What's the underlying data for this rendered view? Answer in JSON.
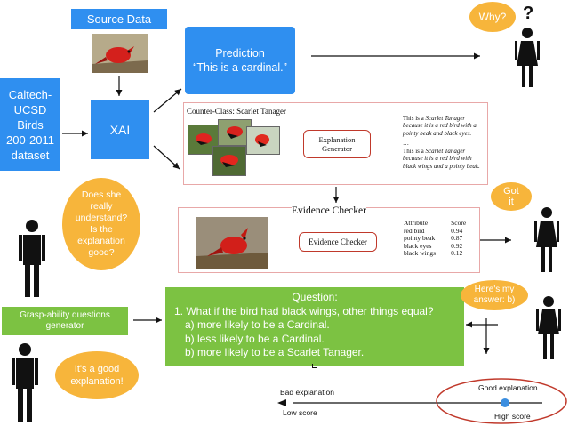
{
  "source_data": {
    "label": "Source Data"
  },
  "dataset": {
    "lines": [
      "Caltech-",
      "UCSD",
      "Birds",
      "200-2011",
      "dataset"
    ]
  },
  "xai": {
    "label": "XAI"
  },
  "prediction": {
    "title": "Prediction",
    "quote": "“This is a cardinal.”"
  },
  "why_bubble": {
    "text": "Why?",
    "mark": "?"
  },
  "counter_class": {
    "title": "Counter-Class: Scarlet Tanager",
    "generator_label": "Explanation Generator",
    "expl1": {
      "prefix": "This is a ",
      "class": "Scarlet Tanager",
      "body": "because it is a red bird with a pointy beak and black eyes."
    },
    "ellipsis": "…",
    "expl2": {
      "prefix": "This is a ",
      "class": "Scarlet Tanager",
      "body": "because it is a red bird with black wings and a pointy beak."
    }
  },
  "evidence": {
    "title": "Evidence Checker",
    "box_label": "Evidence Checker",
    "table": {
      "headers": [
        "Attribute",
        "Score"
      ],
      "rows": [
        [
          "red bird",
          "0.94"
        ],
        [
          "pointy beak",
          "0.87"
        ],
        [
          "black eyes",
          "0.92"
        ],
        [
          "black wings",
          "0.12"
        ]
      ]
    }
  },
  "got_it": {
    "text": "Got it"
  },
  "does_she_bubble": {
    "text": "Does she really understand? Is the explanation good?"
  },
  "grasp_generator": {
    "label": "Grasp-ability questions generator"
  },
  "question": {
    "title": "Question:",
    "line": "1. What if the bird had black wings, other things equal?",
    "options": [
      "a) more likely to be a Cardinal.",
      "b) less likely to be a Cardinal.",
      "b) more likely to be a Scarlet Tanager."
    ]
  },
  "heres_answer": {
    "text": "Here's my answer: b)"
  },
  "good_bubble": {
    "text": "It's a good explanation!"
  },
  "scale": {
    "left_label": "Bad explanation",
    "low_label": "Low score",
    "right_label": "Good explanation",
    "high_label": "High score",
    "marker_position": 0.85
  },
  "colors": {
    "blue": "#2f8ff0",
    "green": "#7cc242",
    "orange": "#f7b53b",
    "red_ellipse": "#c0392b",
    "dot": "#3b8ee0"
  }
}
